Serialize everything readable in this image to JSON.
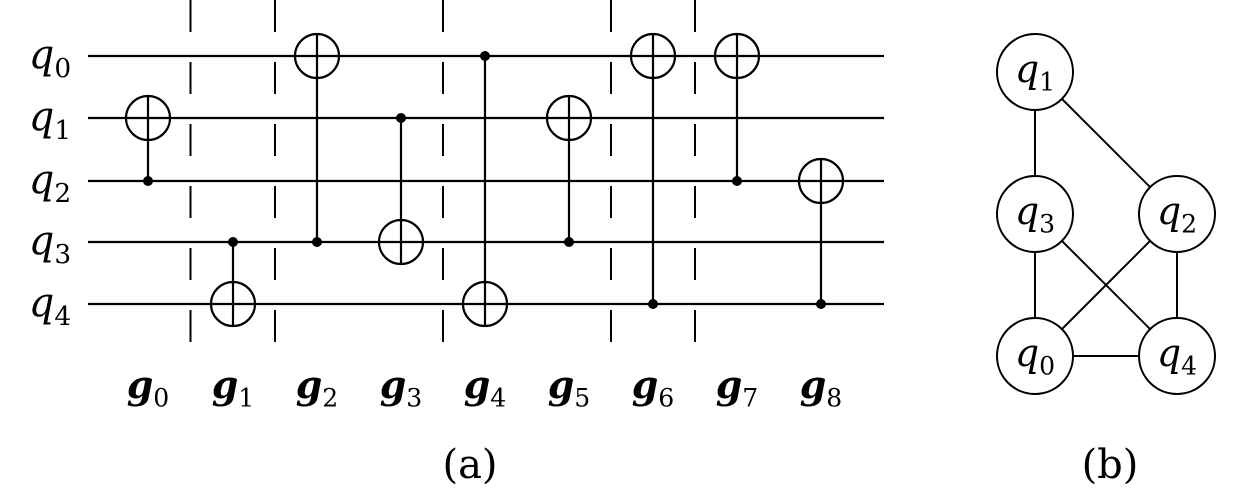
{
  "circuit": {
    "qubits": [
      {
        "base": "q",
        "sub": "0"
      },
      {
        "base": "q",
        "sub": "1"
      },
      {
        "base": "q",
        "sub": "2"
      },
      {
        "base": "q",
        "sub": "3"
      },
      {
        "base": "q",
        "sub": "4"
      }
    ],
    "gates": [
      {
        "label": "g",
        "sub": "0",
        "control": 2,
        "target": 1
      },
      {
        "label": "g",
        "sub": "1",
        "control": 3,
        "target": 4
      },
      {
        "label": "g",
        "sub": "2",
        "control": 3,
        "target": 0
      },
      {
        "label": "g",
        "sub": "3",
        "control": 1,
        "target": 3
      },
      {
        "label": "g",
        "sub": "4",
        "control": 0,
        "target": 4
      },
      {
        "label": "g",
        "sub": "5",
        "control": 3,
        "target": 1
      },
      {
        "label": "g",
        "sub": "6",
        "control": 4,
        "target": 0
      },
      {
        "label": "g",
        "sub": "7",
        "control": 2,
        "target": 0
      },
      {
        "label": "g",
        "sub": "8",
        "control": 4,
        "target": 2
      }
    ],
    "barriers_after_gate": [
      1,
      2,
      4,
      6,
      7
    ],
    "caption": "(a)"
  },
  "graph": {
    "nodes": [
      {
        "base": "q",
        "sub": "1"
      },
      {
        "base": "q",
        "sub": "3"
      },
      {
        "base": "q",
        "sub": "2"
      },
      {
        "base": "q",
        "sub": "0"
      },
      {
        "base": "q",
        "sub": "4"
      }
    ],
    "edges": [
      [
        "q1",
        "q3"
      ],
      [
        "q1",
        "q2"
      ],
      [
        "q3",
        "q0"
      ],
      [
        "q3",
        "q4"
      ],
      [
        "q2",
        "q0"
      ],
      [
        "q2",
        "q4"
      ],
      [
        "q0",
        "q4"
      ]
    ],
    "caption": "(b)"
  }
}
